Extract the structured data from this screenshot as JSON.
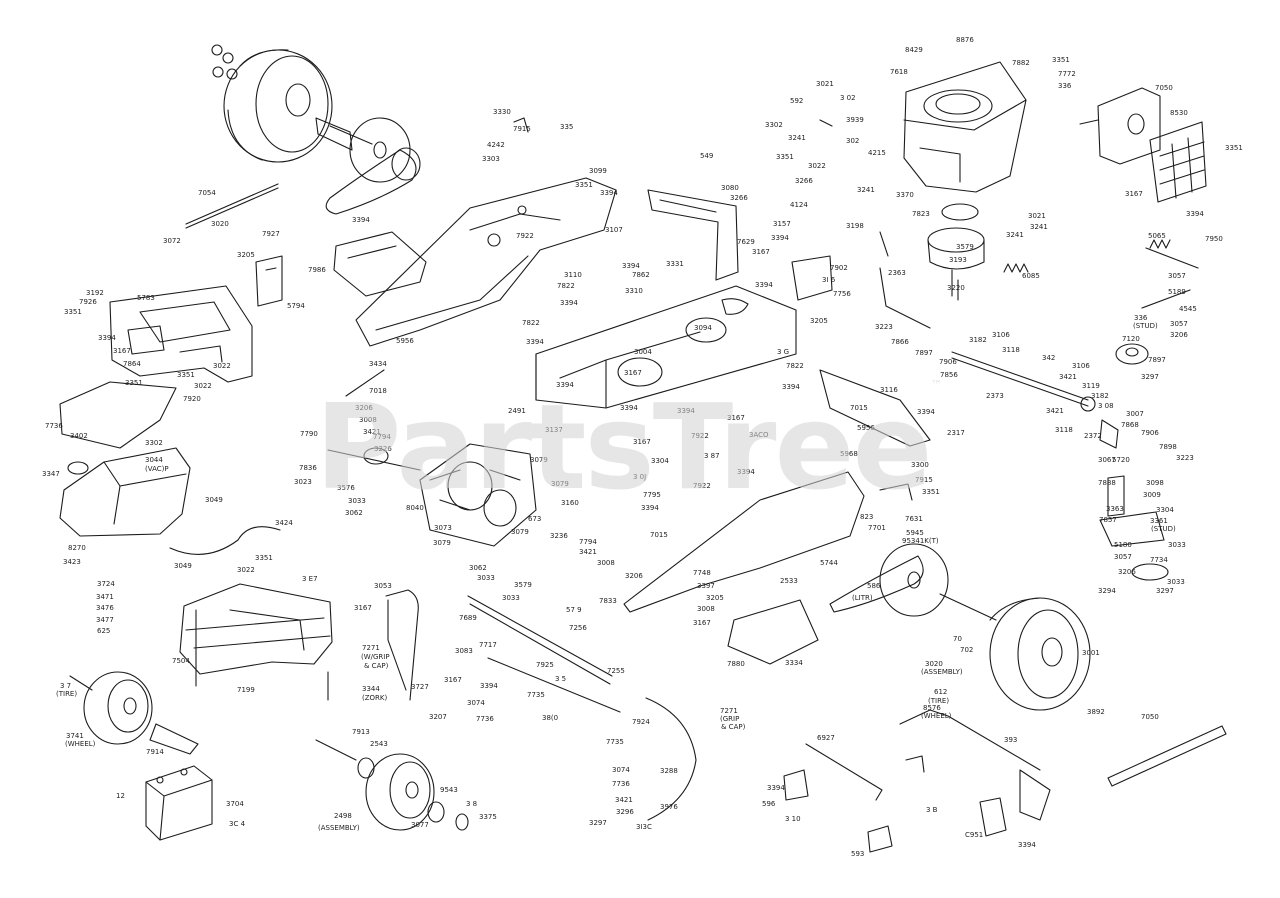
{
  "watermark": {
    "text": "PartsTree",
    "mark": "™"
  },
  "callouts": [
    [
      "8876",
      956,
      42
    ],
    [
      "8429",
      905,
      52
    ],
    [
      "7618",
      890,
      74
    ],
    [
      "7882",
      1012,
      65
    ],
    [
      "3351",
      1052,
      62
    ],
    [
      "7772",
      1058,
      76
    ],
    [
      "336",
      1058,
      88
    ],
    [
      "7050",
      1155,
      90
    ],
    [
      "3021",
      816,
      86
    ],
    [
      "592",
      790,
      103
    ],
    [
      "3 02",
      840,
      100
    ],
    [
      "3302",
      765,
      127
    ],
    [
      "3939",
      846,
      122
    ],
    [
      "3241",
      788,
      140
    ],
    [
      "302",
      846,
      143
    ],
    [
      "4215",
      868,
      155
    ],
    [
      "3022",
      808,
      168
    ],
    [
      "3351",
      776,
      159
    ],
    [
      "549",
      700,
      158
    ],
    [
      "3080",
      721,
      190
    ],
    [
      "3266",
      730,
      200
    ],
    [
      "3266",
      795,
      183
    ],
    [
      "4124",
      790,
      207
    ],
    [
      "3241",
      857,
      192
    ],
    [
      "3370",
      896,
      197
    ],
    [
      "7823",
      912,
      216
    ],
    [
      "3021",
      1028,
      218
    ],
    [
      "3241",
      1030,
      229
    ],
    [
      "3241",
      1006,
      237
    ],
    [
      "3579",
      956,
      249
    ],
    [
      "8530",
      1170,
      115
    ],
    [
      "3351",
      1225,
      150
    ],
    [
      "3167",
      1125,
      196
    ],
    [
      "3394",
      1186,
      216
    ],
    [
      "5065",
      1148,
      238
    ],
    [
      "7950",
      1205,
      241
    ],
    [
      "3057",
      1168,
      278
    ],
    [
      "5189",
      1168,
      294
    ],
    [
      "336",
      1134,
      320
    ],
    [
      "(STUD)",
      1133,
      328
    ],
    [
      "4545",
      1179,
      311
    ],
    [
      "3057",
      1170,
      326
    ],
    [
      "3206",
      1170,
      337
    ],
    [
      "7120",
      1122,
      341
    ],
    [
      "7897",
      1148,
      362
    ],
    [
      "3297",
      1141,
      379
    ],
    [
      "3330",
      493,
      114
    ],
    [
      "7915",
      513,
      131
    ],
    [
      "335",
      560,
      129
    ],
    [
      "4242",
      487,
      147
    ],
    [
      "3303",
      482,
      161
    ],
    [
      "7054",
      198,
      195
    ],
    [
      "3020",
      211,
      226
    ],
    [
      "3072",
      163,
      243
    ],
    [
      "7927",
      262,
      236
    ],
    [
      "3205",
      237,
      257
    ],
    [
      "5794",
      287,
      308
    ],
    [
      "3192",
      86,
      295
    ],
    [
      "7926",
      79,
      304
    ],
    [
      "3351",
      64,
      314
    ],
    [
      "5783",
      137,
      300
    ],
    [
      "3394",
      98,
      340
    ],
    [
      "3167",
      113,
      353
    ],
    [
      "7864",
      123,
      366
    ],
    [
      "3022",
      213,
      368
    ],
    [
      "3351",
      177,
      377
    ],
    [
      "3351",
      125,
      385
    ],
    [
      "3022",
      194,
      388
    ],
    [
      "7920",
      183,
      401
    ],
    [
      "7736",
      45,
      428
    ],
    [
      "3402",
      70,
      438
    ],
    [
      "3302",
      145,
      445
    ],
    [
      "7986",
      308,
      272
    ],
    [
      "3394",
      352,
      222
    ],
    [
      "5956",
      396,
      343
    ],
    [
      "3099",
      589,
      173
    ],
    [
      "3351",
      575,
      187
    ],
    [
      "3394",
      600,
      195
    ],
    [
      "3107",
      605,
      232
    ],
    [
      "7922",
      516,
      238
    ],
    [
      "7629",
      737,
      244
    ],
    [
      "3157",
      773,
      226
    ],
    [
      "3394",
      771,
      240
    ],
    [
      "3167",
      752,
      254
    ],
    [
      "7902",
      830,
      270
    ],
    [
      "3I 6",
      822,
      282
    ],
    [
      "7756",
      833,
      296
    ],
    [
      "3394",
      755,
      287
    ],
    [
      "3205",
      810,
      323
    ],
    [
      "3110",
      564,
      277
    ],
    [
      "3394",
      622,
      268
    ],
    [
      "7862",
      632,
      277
    ],
    [
      "3331",
      666,
      266
    ],
    [
      "3310",
      625,
      293
    ],
    [
      "7822",
      557,
      288
    ],
    [
      "3394",
      560,
      305
    ],
    [
      "7822",
      522,
      325
    ],
    [
      "3394",
      526,
      344
    ],
    [
      "3094",
      694,
      330
    ],
    [
      "3004",
      634,
      354
    ],
    [
      "3167",
      624,
      375
    ],
    [
      "3198",
      846,
      228
    ],
    [
      "2363",
      888,
      275
    ],
    [
      "3220",
      947,
      290
    ],
    [
      "3193",
      949,
      262
    ],
    [
      "6085",
      1022,
      278
    ],
    [
      "3223",
      875,
      329
    ],
    [
      "7866",
      891,
      344
    ],
    [
      "7897",
      915,
      355
    ],
    [
      "7906",
      939,
      364
    ],
    [
      "7856",
      940,
      377
    ],
    [
      "3182",
      969,
      342
    ],
    [
      "3106",
      992,
      337
    ],
    [
      "3118",
      1002,
      352
    ],
    [
      "342",
      1042,
      360
    ],
    [
      "3106",
      1072,
      368
    ],
    [
      "3421",
      1059,
      379
    ],
    [
      "3119",
      1082,
      388
    ],
    [
      "2373",
      986,
      398
    ],
    [
      "3182",
      1091,
      398
    ],
    [
      "3 08",
      1098,
      408
    ],
    [
      "3421",
      1046,
      413
    ],
    [
      "3118",
      1055,
      432
    ],
    [
      "2372",
      1084,
      438
    ],
    [
      "7868",
      1121,
      427
    ],
    [
      "3007",
      1126,
      416
    ],
    [
      "7906",
      1141,
      435
    ],
    [
      "7898",
      1159,
      449
    ],
    [
      "3223",
      1176,
      460
    ],
    [
      "3067",
      1098,
      462
    ],
    [
      "5720",
      1112,
      462
    ],
    [
      "7888",
      1098,
      485
    ],
    [
      "3098",
      1146,
      485
    ],
    [
      "3009",
      1143,
      497
    ],
    [
      "3304",
      1156,
      512
    ],
    [
      "3363",
      1106,
      511
    ],
    [
      "7857",
      1099,
      522
    ],
    [
      "3361",
      1150,
      523
    ],
    [
      "(STUD)",
      1151,
      531
    ],
    [
      "3033",
      1168,
      547
    ],
    [
      "5180",
      1114,
      547
    ],
    [
      "3057",
      1114,
      559
    ],
    [
      "7734",
      1150,
      562
    ],
    [
      "3206",
      1118,
      574
    ],
    [
      "3033",
      1167,
      584
    ],
    [
      "3294",
      1098,
      593
    ],
    [
      "3297",
      1156,
      593
    ],
    [
      "3434",
      369,
      366
    ],
    [
      "7018",
      369,
      393
    ],
    [
      "3206",
      355,
      410
    ],
    [
      "3008",
      359,
      422
    ],
    [
      "3421",
      363,
      434
    ],
    [
      "7790",
      300,
      436
    ],
    [
      "7794",
      373,
      439
    ],
    [
      "3226",
      374,
      451
    ],
    [
      "7836",
      299,
      470
    ],
    [
      "3023",
      294,
      484
    ],
    [
      "3576",
      337,
      490
    ],
    [
      "3033",
      348,
      503
    ],
    [
      "3062",
      345,
      515
    ],
    [
      "8040",
      406,
      510
    ],
    [
      "3394",
      556,
      387
    ],
    [
      "2491",
      508,
      413
    ],
    [
      "3394",
      620,
      410
    ],
    [
      "3394",
      677,
      413
    ],
    [
      "3394",
      782,
      389
    ],
    [
      "3 G",
      777,
      354
    ],
    [
      "7822",
      786,
      368
    ],
    [
      "3116",
      880,
      392
    ],
    [
      "3394",
      917,
      414
    ],
    [
      "7015",
      850,
      410
    ],
    [
      "2317",
      947,
      435
    ],
    [
      "5956",
      857,
      430
    ],
    [
      "3137",
      545,
      432
    ],
    [
      "3167",
      633,
      444
    ],
    [
      "3167",
      727,
      420
    ],
    [
      "7922",
      691,
      438
    ],
    [
      "3ACO",
      749,
      437
    ],
    [
      "3394",
      737,
      474
    ],
    [
      "3304",
      651,
      463
    ],
    [
      "3 87",
      704,
      458
    ],
    [
      "3300",
      911,
      467
    ],
    [
      "7915",
      915,
      482
    ],
    [
      "3351",
      922,
      494
    ],
    [
      "5968",
      840,
      456
    ],
    [
      "3079",
      530,
      462
    ],
    [
      "3079",
      551,
      486
    ],
    [
      "3 0J",
      633,
      479
    ],
    [
      "7795",
      643,
      497
    ],
    [
      "3160",
      561,
      505
    ],
    [
      "3394",
      641,
      510
    ],
    [
      "7922",
      693,
      488
    ],
    [
      "673",
      528,
      521
    ],
    [
      "3079",
      511,
      534
    ],
    [
      "3073",
      434,
      530
    ],
    [
      "3079",
      433,
      545
    ],
    [
      "3236",
      550,
      538
    ],
    [
      "7794",
      579,
      544
    ],
    [
      "3421",
      579,
      554
    ],
    [
      "3008",
      597,
      565
    ],
    [
      "3206",
      625,
      578
    ],
    [
      "7833",
      599,
      603
    ],
    [
      "57 9",
      566,
      612
    ],
    [
      "3062",
      469,
      570
    ],
    [
      "3033",
      477,
      580
    ],
    [
      "3579",
      514,
      587
    ],
    [
      "3033",
      502,
      600
    ],
    [
      "7015",
      650,
      537
    ],
    [
      "823",
      860,
      519
    ],
    [
      "7701",
      868,
      530
    ],
    [
      "7631",
      905,
      521
    ],
    [
      "5945",
      906,
      535
    ],
    [
      "95341K(T)",
      902,
      543
    ],
    [
      "5744",
      820,
      565
    ],
    [
      "2533",
      780,
      583
    ],
    [
      "7748",
      693,
      575
    ],
    [
      "3397",
      697,
      588
    ],
    [
      "3205",
      706,
      600
    ],
    [
      "3008",
      697,
      611
    ],
    [
      "3167",
      693,
      625
    ],
    [
      "7880",
      727,
      666
    ],
    [
      "3334",
      785,
      665
    ],
    [
      "586",
      867,
      588
    ],
    [
      "(LITR)",
      852,
      600
    ],
    [
      "70",
      953,
      641
    ],
    [
      "702",
      960,
      652
    ],
    [
      "3020",
      925,
      666
    ],
    [
      "(ASSEMBLY)",
      921,
      674
    ],
    [
      "3001",
      1082,
      655
    ],
    [
      "612",
      934,
      694
    ],
    [
      "(TIRE)",
      928,
      703
    ],
    [
      "8576",
      923,
      710
    ],
    [
      "(WHEEL)",
      921,
      718
    ],
    [
      "3892",
      1087,
      714
    ],
    [
      "7050",
      1141,
      719
    ],
    [
      "3044",
      145,
      462
    ],
    [
      "(VAC)P",
      145,
      471
    ],
    [
      "3347",
      42,
      476
    ],
    [
      "3049",
      205,
      502
    ],
    [
      "3424",
      275,
      525
    ],
    [
      "8270",
      68,
      550
    ],
    [
      "3423",
      63,
      564
    ],
    [
      "3049",
      174,
      568
    ],
    [
      "3351",
      255,
      560
    ],
    [
      "3022",
      237,
      572
    ],
    [
      "3 E7",
      302,
      581
    ],
    [
      "3053",
      374,
      588
    ],
    [
      "3167",
      354,
      610
    ],
    [
      "3724",
      97,
      586
    ],
    [
      "3471",
      96,
      599
    ],
    [
      "3476",
      96,
      610
    ],
    [
      "3477",
      96,
      622
    ],
    [
      "625",
      97,
      633
    ],
    [
      "7689",
      459,
      620
    ],
    [
      "7256",
      569,
      630
    ],
    [
      "3083",
      455,
      653
    ],
    [
      "7717",
      479,
      647
    ],
    [
      "7255",
      607,
      673
    ],
    [
      "7271",
      362,
      650
    ],
    [
      "(W/GRIP",
      361,
      659
    ],
    [
      "& CAP)",
      364,
      668
    ],
    [
      "3344",
      362,
      691
    ],
    [
      "(ZORK)",
      362,
      700
    ],
    [
      "7504",
      172,
      663
    ],
    [
      "7199",
      237,
      692
    ],
    [
      "7925",
      536,
      667
    ],
    [
      "3394",
      480,
      688
    ],
    [
      "3727",
      411,
      689
    ],
    [
      "3167",
      444,
      682
    ],
    [
      "7735",
      527,
      697
    ],
    [
      "3 5",
      555,
      681
    ],
    [
      "3207",
      429,
      719
    ],
    [
      "3074",
      467,
      705
    ],
    [
      "7736",
      476,
      721
    ],
    [
      "38(0",
      542,
      720
    ],
    [
      "7924",
      632,
      724
    ],
    [
      "7271",
      720,
      713
    ],
    [
      "(GRIP",
      720,
      721
    ],
    [
      "& CAP)",
      721,
      729
    ],
    [
      "3288",
      660,
      773
    ],
    [
      "7735",
      606,
      744
    ],
    [
      "3074",
      612,
      772
    ],
    [
      "7736",
      612,
      786
    ],
    [
      "3421",
      615,
      802
    ],
    [
      "3296",
      616,
      814
    ],
    [
      "3297",
      589,
      825
    ],
    [
      "3I3C",
      636,
      829
    ],
    [
      "3976",
      660,
      809
    ],
    [
      "3 7",
      60,
      688
    ],
    [
      "(TIRE)",
      56,
      696
    ],
    [
      "3741",
      66,
      738
    ],
    [
      "(WHEEL)",
      65,
      746
    ],
    [
      "7914",
      146,
      754
    ],
    [
      "7913",
      352,
      734
    ],
    [
      "2543",
      370,
      746
    ],
    [
      "12",
      116,
      798
    ],
    [
      "3704",
      226,
      806
    ],
    [
      "3C 4",
      229,
      826
    ],
    [
      "9543",
      440,
      792
    ],
    [
      "2498",
      334,
      818
    ],
    [
      "(ASSEMBLY)",
      318,
      830
    ],
    [
      "3077",
      411,
      827
    ],
    [
      "3 8",
      466,
      806
    ],
    [
      "3375",
      479,
      819
    ],
    [
      "6927",
      817,
      740
    ],
    [
      "3394",
      767,
      790
    ],
    [
      "393",
      1004,
      742
    ],
    [
      "596",
      762,
      806
    ],
    [
      "3 10",
      785,
      821
    ],
    [
      "3 B",
      926,
      812
    ],
    [
      "C951",
      965,
      837
    ],
    [
      "3394",
      1018,
      847
    ],
    [
      "593",
      851,
      856
    ]
  ]
}
